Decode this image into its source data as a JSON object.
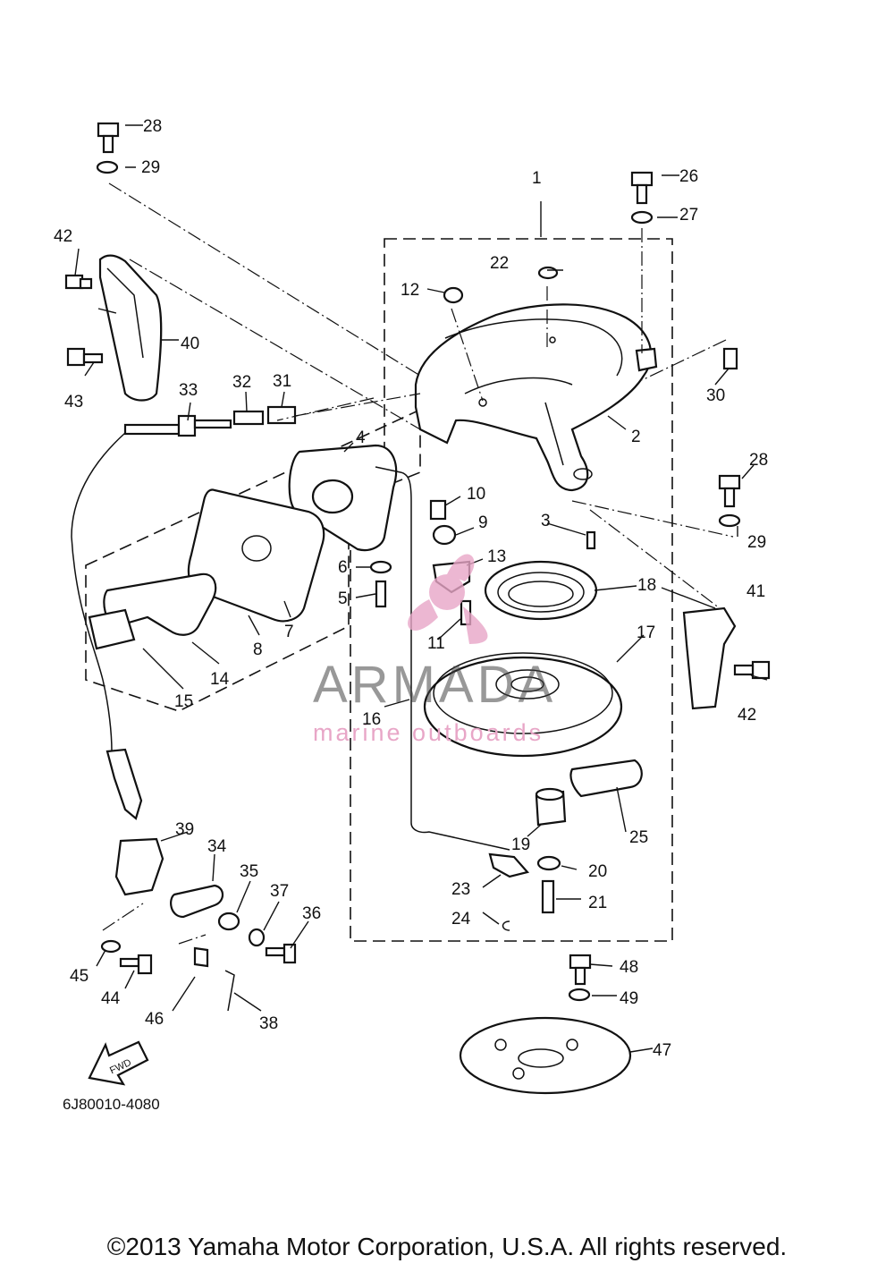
{
  "diagram_code": "6J80010-4080",
  "fwd_label": "FWD",
  "watermark": {
    "brand": "ARMADA",
    "tagline": "marine outboards",
    "color": "#e8a6c7"
  },
  "copyright": "©2013 Yamaha Motor Corporation, U.S.A. All rights reserved.",
  "callouts": {
    "c1": "1",
    "c2": "2",
    "c3": "3",
    "c4": "4",
    "c5": "5",
    "c6": "6",
    "c7": "7",
    "c8": "8",
    "c9": "9",
    "c10": "10",
    "c11": "11",
    "c12": "12",
    "c13": "13",
    "c14": "14",
    "c15": "15",
    "c16": "16",
    "c17": "17",
    "c18": "18",
    "c19": "19",
    "c20": "20",
    "c21": "21",
    "c22": "22",
    "c23": "23",
    "c24": "24",
    "c25": "25",
    "c26": "26",
    "c27": "27",
    "c28a": "28",
    "c28b": "28",
    "c29a": "29",
    "c29b": "29",
    "c30": "30",
    "c31": "31",
    "c32": "32",
    "c33": "33",
    "c34": "34",
    "c35": "35",
    "c36": "36",
    "c37": "37",
    "c38": "38",
    "c39": "39",
    "c40": "40",
    "c41": "41",
    "c42a": "42",
    "c42b": "42",
    "c43": "43",
    "c44": "44",
    "c45": "45",
    "c46": "46",
    "c47": "47",
    "c48": "48",
    "c49": "49"
  }
}
